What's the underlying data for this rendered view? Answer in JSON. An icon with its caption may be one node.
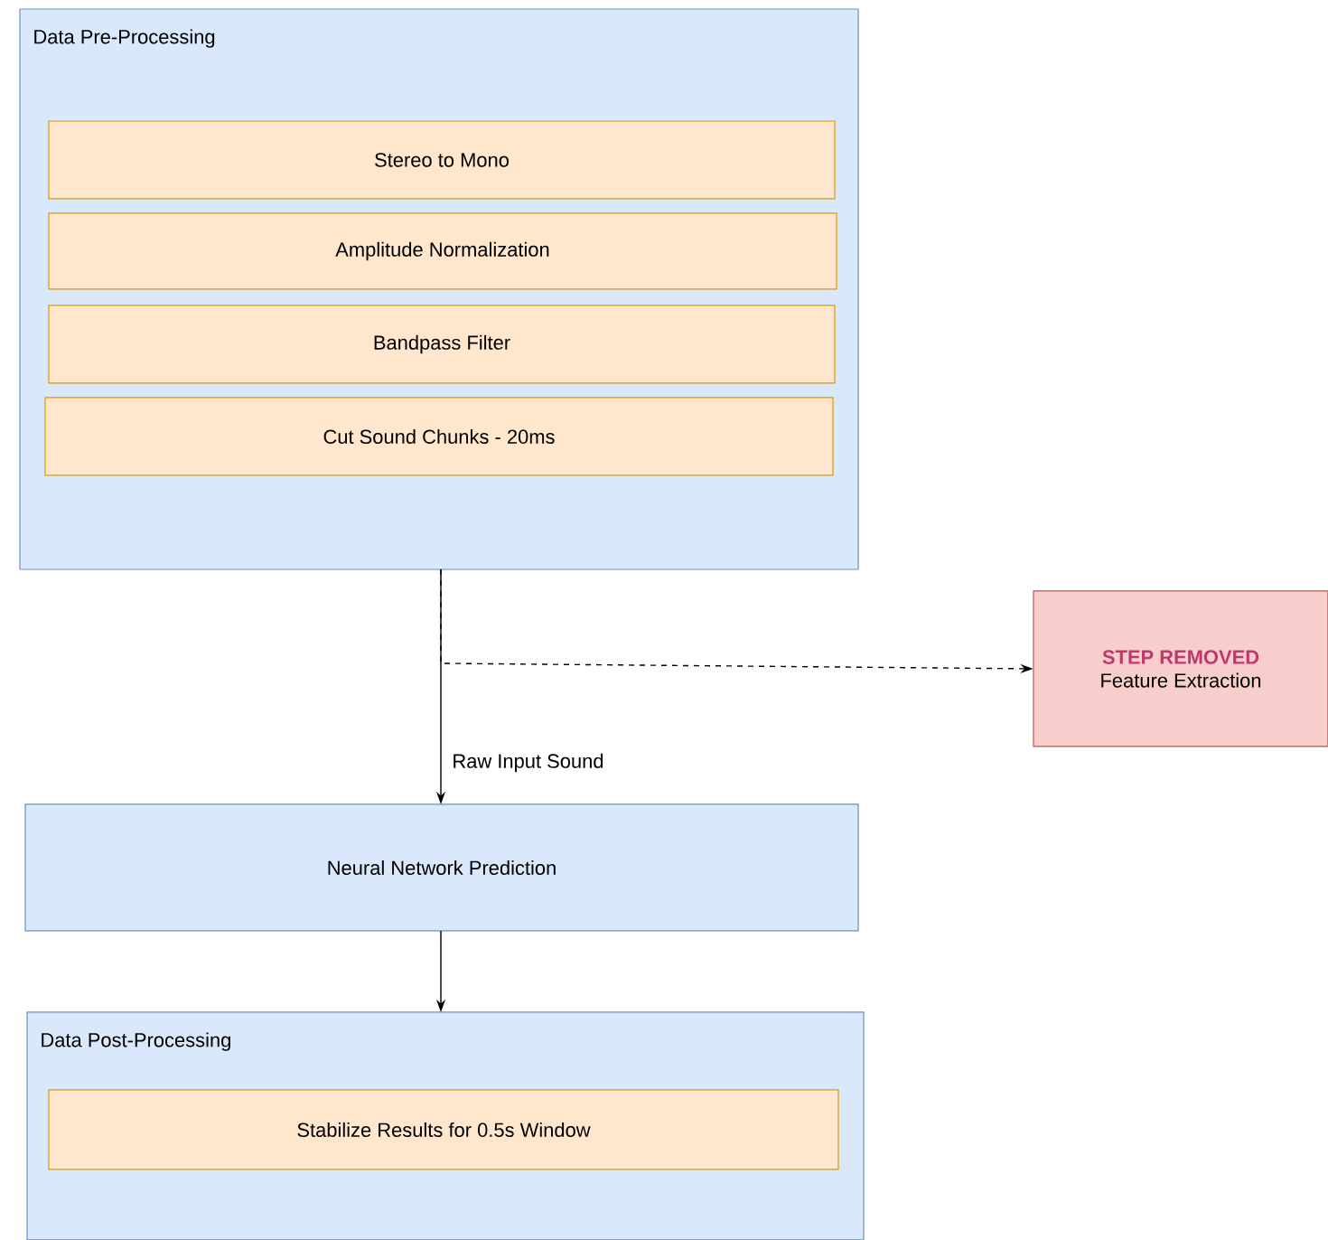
{
  "diagram": {
    "nodes": [
      {
        "text": [
          "Data Pre-Processing"
        ]
      },
      {
        "text": [
          "Stereo to Mono"
        ],
        "in": 0
      },
      {
        "text": [
          "Amplitude Normalization"
        ],
        "in": 0
      },
      {
        "text": [
          "Bandpass Filter"
        ],
        "in": 0
      },
      {
        "text": [
          "Cut Sound Chunks - 20ms"
        ],
        "in": 0
      },
      {
        "text": [
          "STEP REMOVED",
          "Feature Extraction"
        ]
      },
      {
        "text": [
          "Neural Network Prediction"
        ]
      },
      {
        "text": [
          "Data Post-Processing"
        ]
      },
      {
        "text": [
          "Stabilize Results for 0.5s Window"
        ],
        "in": 7
      }
    ],
    "edges": [
      {
        "from": 0,
        "to": 6,
        "arrow": "to",
        "label": "Raw Input Sound"
      },
      {
        "from": 0,
        "to": 5,
        "arrow": "to",
        "style": "dashed"
      },
      {
        "from": 6,
        "to": 7,
        "arrow": "to"
      }
    ]
  }
}
